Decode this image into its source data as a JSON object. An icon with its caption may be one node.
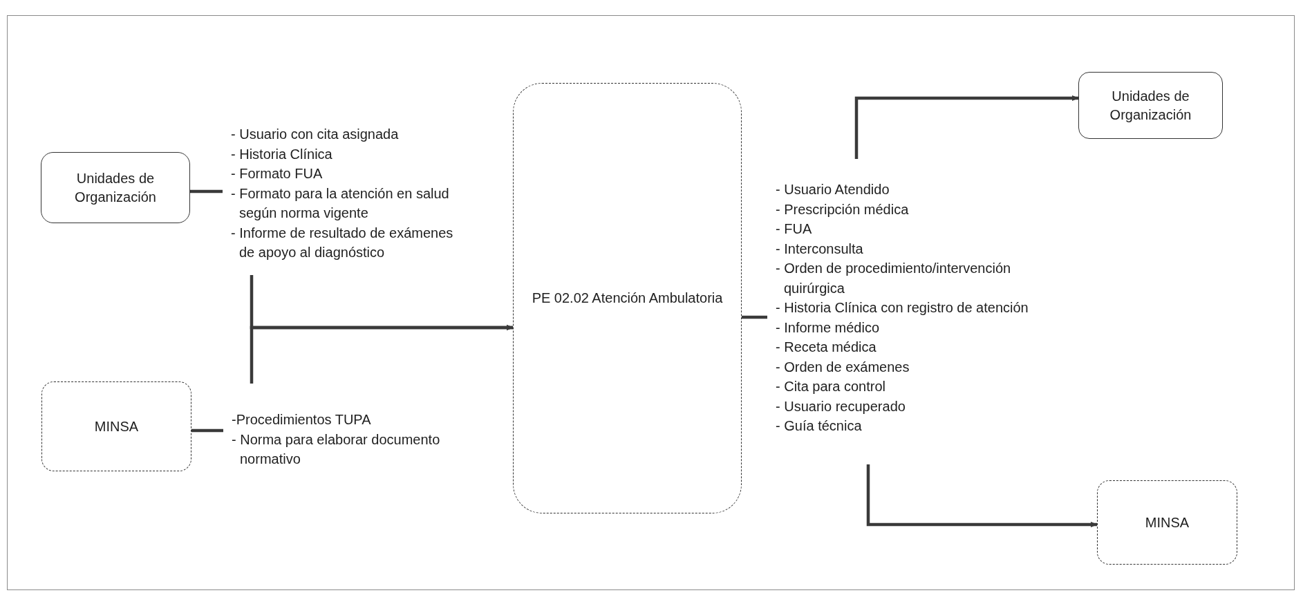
{
  "diagram": {
    "nodes": [
      {
        "text": [
          "Unidades de Organización"
        ]
      },
      {
        "text": [
          "- Usuario con cita asignada",
          "- Historia Clínica",
          "- Formato FUA",
          "- Formato para la atención en salud según norma vigente",
          "- Informe de resultado de exámenes de apoyo al diagnóstico"
        ]
      },
      {
        "text": [
          "MINSA"
        ]
      },
      {
        "text": [
          "-Procedimientos TUPA",
          "- Norma para elaborar documento normativo"
        ]
      },
      {
        "text": [
          "PE 02.02 Atención Ambulatoria"
        ]
      },
      {
        "text": [
          "- Usuario Atendido",
          "- Prescripción médica",
          "- FUA",
          "- Interconsulta",
          "- Orden de procedimiento/intervención quirúrgica",
          "- Historia Clínica con registro de atención",
          "- Informe médico",
          "- Receta médica",
          "- Orden de exámenes",
          "- Cita para control",
          "- Usuario recuperado",
          "- Guía técnica"
        ]
      },
      {
        "text": [
          "Unidades de Organización"
        ]
      },
      {
        "text": [
          "MINSA"
        ]
      }
    ],
    "edges": [
      {
        "from": 0,
        "to": 1,
        "arrow": "none"
      },
      {
        "from": 2,
        "to": 3,
        "arrow": "none"
      },
      {
        "from": 1,
        "to": 4,
        "arrow": "to"
      },
      {
        "from": 3,
        "to": 4,
        "arrow": "to"
      },
      {
        "from": 4,
        "to": 5,
        "arrow": "none"
      },
      {
        "from": 5,
        "to": 6,
        "arrow": "to"
      },
      {
        "from": 5,
        "to": 7,
        "arrow": "to"
      }
    ]
  }
}
